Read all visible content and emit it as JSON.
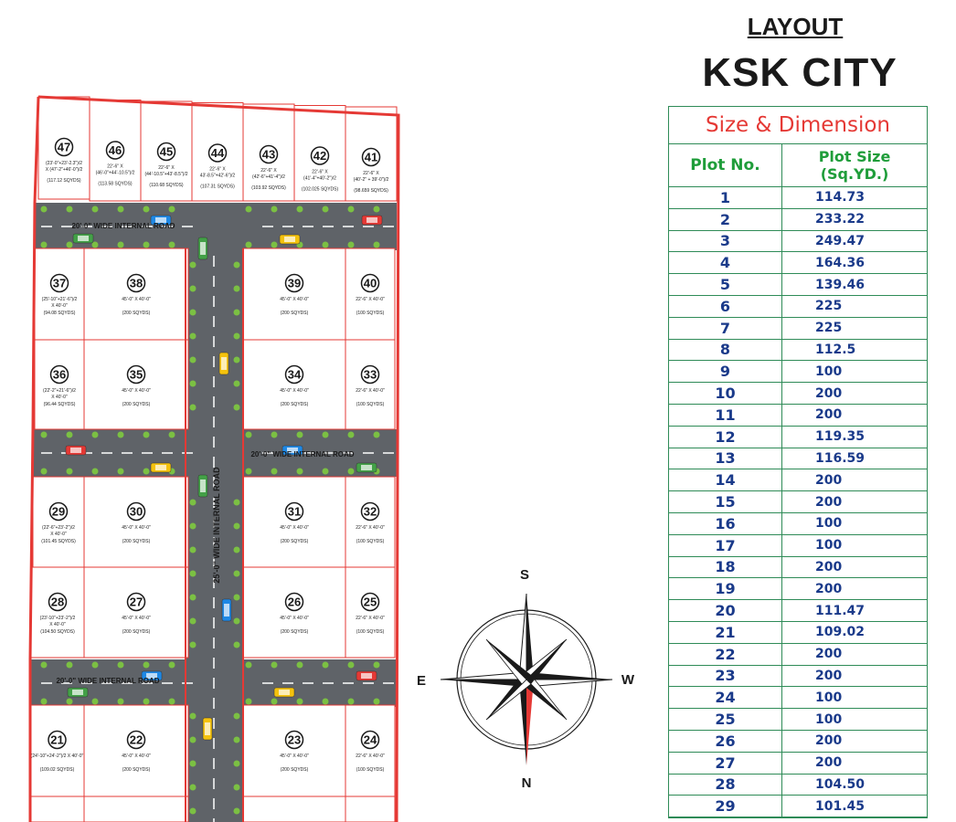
{
  "header": {
    "layout_label": "LAYOUT",
    "city_name": "KSK CITY"
  },
  "table": {
    "title": "Size & Dimension",
    "col_plot_no": "Plot No.",
    "col_plot_size": "Plot Size (Sq.YD.)",
    "rows": [
      {
        "no": "1",
        "size": "114.73"
      },
      {
        "no": "2",
        "size": "233.22"
      },
      {
        "no": "3",
        "size": "249.47"
      },
      {
        "no": "4",
        "size": "164.36"
      },
      {
        "no": "5",
        "size": "139.46"
      },
      {
        "no": "6",
        "size": "225"
      },
      {
        "no": "7",
        "size": "225"
      },
      {
        "no": "8",
        "size": "112.5"
      },
      {
        "no": "9",
        "size": "100"
      },
      {
        "no": "10",
        "size": "200"
      },
      {
        "no": "11",
        "size": "200"
      },
      {
        "no": "12",
        "size": "119.35"
      },
      {
        "no": "13",
        "size": "116.59"
      },
      {
        "no": "14",
        "size": "200"
      },
      {
        "no": "15",
        "size": "200"
      },
      {
        "no": "16",
        "size": "100"
      },
      {
        "no": "17",
        "size": "100"
      },
      {
        "no": "18",
        "size": "200"
      },
      {
        "no": "19",
        "size": "200"
      },
      {
        "no": "20",
        "size": "111.47"
      },
      {
        "no": "21",
        "size": "109.02"
      },
      {
        "no": "22",
        "size": "200"
      },
      {
        "no": "23",
        "size": "200"
      },
      {
        "no": "24",
        "size": "100"
      },
      {
        "no": "25",
        "size": "100"
      },
      {
        "no": "26",
        "size": "200"
      },
      {
        "no": "27",
        "size": "200"
      },
      {
        "no": "28",
        "size": "104.50"
      },
      {
        "no": "29",
        "size": "101.45"
      }
    ]
  },
  "roads": {
    "top_label": "20'-0\" WIDE INTERNAL ROAD",
    "middle_label": "20'-0\" WIDE INTERNAL ROAD",
    "bottom_label": "20'-0\" WIDE INTERNAL ROAD",
    "vertical_label": "25'-0\" WIDE INTERNAL ROAD"
  },
  "compass": {
    "north": "N",
    "south": "S",
    "east": "E",
    "west": "W"
  },
  "plots": [
    {
      "no": "47",
      "dim1": "(23'-0\"+23'-2.3\")/2",
      "dim2": "X (47'-2\"+46'-0\")/2",
      "area": "(117.12 SQYDS)"
    },
    {
      "no": "46",
      "dim1": "22'-6\"    X",
      "dim2": "(46'-0\"+44'-10.5\")/2",
      "area": "(113.58 SQYDS)"
    },
    {
      "no": "45",
      "dim1": "22'-6\"    X",
      "dim2": "(44'-10.5\"+43'-8.5\")/2",
      "area": "(110.68 SQYDS)"
    },
    {
      "no": "44",
      "dim1": "22'-6\"    X",
      "dim2": "43'-8.5\"+42'-6\")/2",
      "area": "(107.31 SQYDS)"
    },
    {
      "no": "43",
      "dim1": "22'-6\"    X",
      "dim2": "(42'-6\"+41'-4\")/2",
      "area": "(103.92 SQYDS)"
    },
    {
      "no": "42",
      "dim1": "22'-6\"    X",
      "dim2": "(41'-4\"+40'-2\")/2",
      "area": "(102.025 SQYDS)"
    },
    {
      "no": "41",
      "dim1": "22'-6\"    X",
      "dim2": "(40'-2\" + 39'-0\")/2",
      "area": "(98.659 SQYDS)"
    },
    {
      "no": "37",
      "dim1": "(25'-10\"+21'-6\")/2",
      "dim2": "X    40'-0\"",
      "area": "(94.08 SQYDS)"
    },
    {
      "no": "38",
      "dim1": "45'-0\" X 40'-0\"",
      "dim2": "",
      "area": "(200 SQYDS)"
    },
    {
      "no": "39",
      "dim1": "45'-0\" X 40'-0\"",
      "dim2": "",
      "area": "(200 SQYDS)"
    },
    {
      "no": "40",
      "dim1": "22'-6\" X 40'-0\"",
      "dim2": "",
      "area": "(100 SQYDS)"
    },
    {
      "no": "36",
      "dim1": "(22'-2\"+21'-6\")/2",
      "dim2": "X    40'-0\"",
      "area": "(96.44 SQYDS)"
    },
    {
      "no": "35",
      "dim1": "45'-0\" X 40'-0\"",
      "dim2": "",
      "area": "(200 SQYDS)"
    },
    {
      "no": "34",
      "dim1": "45'-0\" X 40'-0\"",
      "dim2": "",
      "area": "(200 SQYDS)"
    },
    {
      "no": "33",
      "dim1": "22'-6\" X 40'-0\"",
      "dim2": "",
      "area": "(100 SQYDS)"
    },
    {
      "no": "29",
      "dim1": "(22'-6\"+23'-2\")/2",
      "dim2": "X    40'-0\"",
      "area": "(101.45 SQYDS)"
    },
    {
      "no": "30",
      "dim1": "45'-0\" X 40'-0\"",
      "dim2": "",
      "area": "(200 SQYDS)"
    },
    {
      "no": "31",
      "dim1": "45'-0\" X 40'-0\"",
      "dim2": "",
      "area": "(200 SQYDS)"
    },
    {
      "no": "32",
      "dim1": "22'-6\" X 40'-0\"",
      "dim2": "",
      "area": "(100 SQYDS)"
    },
    {
      "no": "28",
      "dim1": "(23'-10\"+23'-2\")/2",
      "dim2": "X    40'-0\"",
      "area": "(104.50 SQYDS)"
    },
    {
      "no": "27",
      "dim1": "45'-0\" X 40'-0\"",
      "dim2": "",
      "area": "(200 SQYDS)"
    },
    {
      "no": "26",
      "dim1": "45'-0\" X 40'-0\"",
      "dim2": "",
      "area": "(200 SQYDS)"
    },
    {
      "no": "25",
      "dim1": "22'-6\" X 40'-0\"",
      "dim2": "",
      "area": "(100 SQYDS)"
    },
    {
      "no": "21",
      "dim1": "(24'-10\"+24'-2\")/2 X 40'-0\"",
      "dim2": "",
      "area": "(109.02 SQYDS)"
    },
    {
      "no": "22",
      "dim1": "45'-0\" X 40'-0\"",
      "dim2": "",
      "area": "(200 SQYDS)"
    },
    {
      "no": "23",
      "dim1": "45'-0\" X 40'-0\"",
      "dim2": "",
      "area": "(200 SQYDS)"
    },
    {
      "no": "24",
      "dim1": "22'-6\" X 40'-0\"",
      "dim2": "",
      "area": "(100 SQYDS)"
    }
  ],
  "colors": {
    "boundary": "#e53935",
    "road": "#5f6368",
    "tree": "#7bc043",
    "plot_number": "#1a1a1a",
    "table_header": "#1f9d3a",
    "table_text": "#1a3a8a",
    "table_title": "#e53935"
  }
}
